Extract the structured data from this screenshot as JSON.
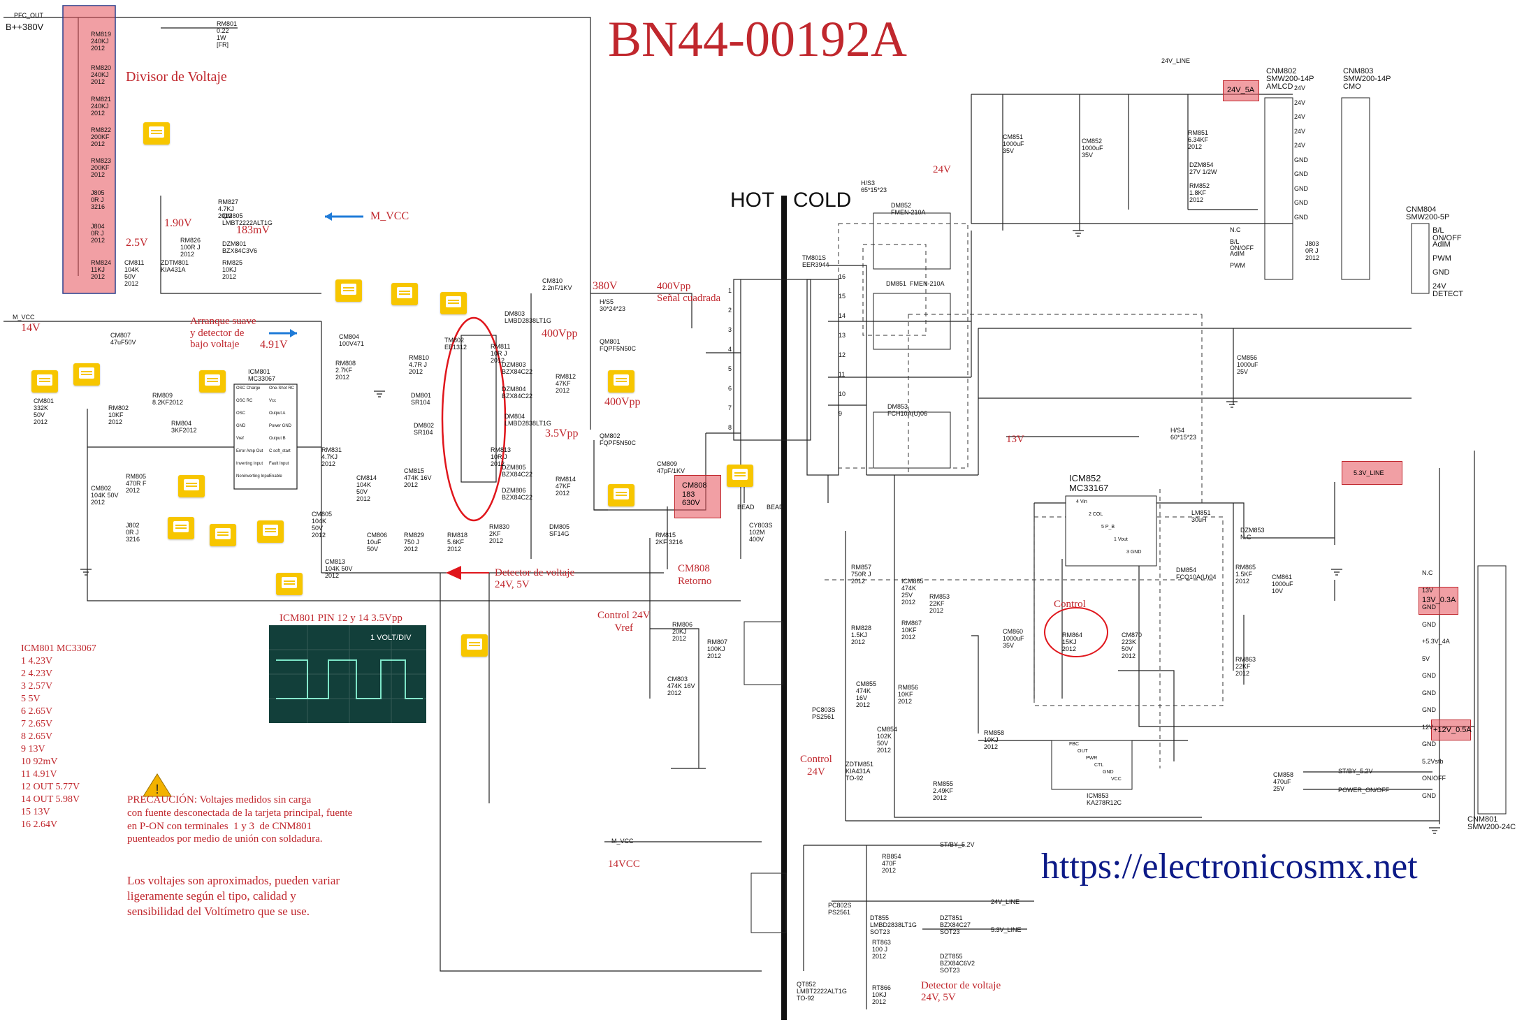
{
  "title": "BN44-00192A",
  "url": "https://electronicosmx.net",
  "hot_label": "HOT",
  "cold_label": "COLD",
  "annotations": {
    "divisor": "Divisor de Voltaje",
    "mvcc": "M_VCC",
    "v190": "1.90V",
    "v25": "2.5V",
    "v183": "183mV",
    "v14": "14V",
    "arranque": "Arranque suave\ny detector de\nbajo voltaje",
    "v491": "4.91V",
    "v380": "380V",
    "v400vpp_a": "400Vpp",
    "v400vpp_b": "400Vpp",
    "v400vpp_sq": "400Vpp\nSeñal cuadrada",
    "v35vpp": "3.5Vpp",
    "v24": "24V",
    "v13": "13V",
    "cm808": "CM808\nRetorno",
    "detector1": "Detector de voltaje\n24V, 5V",
    "control24": "Control 24V\nVref",
    "control": "Control",
    "control24b": "Control\n24V",
    "v14vcc": "14VCC",
    "detector2": "Detector de voltaje\n24V, 5V",
    "scope_title": "ICM801 PIN 12 y 14 3.5Vpp",
    "scope_scale": "1 VOLT/DIV",
    "precaucion": "PRECAUCIÓN: Voltajes medidos sin carga\ncon fuente desconectada de la tarjeta principal, fuente\nen P-ON con terminales  1 y 3  de CNM801\npuenteados por medio de unión con soldadura.",
    "aprox": "Los voltajes son aproximados, pueden variar\nligeramente según el tipo, calidad y\nsensibilidad del Voltímetro que se use."
  },
  "pin_list": {
    "title": "ICM801 MC33067",
    "items": [
      "1 4.23V",
      "2 4.23V",
      "3 2.57V",
      "5 5V",
      "6 2.65V",
      "7 2.65V",
      "8 2.65V",
      "9 13V",
      "10 92mV",
      "11 4.91V",
      "12 OUT 5.77V",
      "14 OUT 5.98V",
      "15 13V",
      "16 2.64V"
    ]
  },
  "highlights": {
    "h24v5a": "24V_5A",
    "h13v": "13V_0.3A",
    "h12v": "+12V_0.5A",
    "h5v": "5.3V_LINE",
    "cm808": "CM808\n183\n630V"
  },
  "components": {
    "pfc": "PFC_OUT",
    "bplus": "B++380V",
    "rm801": "RM801\n0.22\n1W\n[FR]",
    "rm819": "RM819\n240KJ\n2012",
    "rm820": "RM820\n240KJ\n2012",
    "rm821": "RM821\n240KJ\n2012",
    "rm822": "RM822\n200KF\n2012",
    "rm823": "RM823\n200KF\n2012",
    "j805": "J805\n0R J\n3216",
    "j804": "J804\n0R J\n2012",
    "rm824": "RM824\n11KJ\n2012",
    "cm811": "CM811\n104K\n50V\n2012",
    "zdtm801": "ZDTM801\nKIA431A",
    "rm826": "RM826\n100R J\n2012",
    "dzm801": "DZM801\nBZX84C3V6",
    "rm827": "RM827\n4.7KJ\n2012",
    "qm805": "QM805\nLMBT2222ALT1G",
    "rm825": "RM825\n10KJ\n2012",
    "mvcc_net": "M_VCC",
    "cm807": "CM807\n47uF50V",
    "cm804": "CM804\n100V471",
    "rm808": "RM808\n2.7KF\n2012",
    "icm801": "ICM801\nMC33067",
    "rm809": "RM809\n8.2KF2012",
    "rm804": "RM804\n3KF2012",
    "rm802": "RM802\n10KF\n2012",
    "cm801": "CM801\n332K\n50V\n2012",
    "rm805": "RM805\n470R F\n2012",
    "cm802": "CM802\n104K 50V\n2012",
    "j802": "J802\n0R J\n3216",
    "cm805": "CM805\n104K\n50V\n2012",
    "cm806": "CM806\n10uF\n50V",
    "rm829": "RM829\n750 J\n2012",
    "rm818": "RM818\n5.6KF\n2012",
    "cm813": "CM813\n104K 50V\n2012",
    "rm831": "RM831\n4.7KJ\n2012",
    "cm814": "CM814\n104K\n50V\n2012",
    "cm815": "CM815\n474K 16V\n2012",
    "rm810": "RM810\n4.7R J\n2012",
    "dm801": "DM801\nSR104",
    "dm802": "DM802\nSR104",
    "tm802": "TM802\nEE1312",
    "cm810": "CM810\n2.2nF/1KV",
    "dm803": "DM803\nLMBD2838LT1G",
    "rm811": "RM811\n10R J\n2012",
    "dzm803": "DZM803\nBZX84C22",
    "dzm804": "DZM804\nBZX84C22",
    "rm812": "RM812\n47KF\n2012",
    "hs5": "H/S5\n30*24*23",
    "qm801": "QM801\nFQPF5N50C",
    "dm804": "DM804\nLMBD2838LT1G",
    "rm813": "RM813\n10R J\n2012",
    "dzm805": "DZM805\nBZX84C22",
    "dzm806": "DZM806\nBZX84C22",
    "rm814": "RM814\n47KF\n2012",
    "qm802": "QM802\nFQPF5N50C",
    "rm830": "RM830\n2KF\n2012",
    "dm805": "DM805\nSF14G",
    "cm809": "CM809\n47pF/1KV",
    "rm815": "RM815\n2KF 3216",
    "bead1": "BEAD",
    "bead2": "BEAD",
    "cy803s": "CY803S\n102M\n400V",
    "tm801s": "TM801S\nEER3944",
    "hs3": "H/S3\n65*15*23",
    "dm852": "DM852\nFMEN-210A",
    "dm851": "DM851  FMEN-210A",
    "dm853": "DM853\nFCH10A(U)06",
    "cm851": "CM851\n1000uF\n35V",
    "cm852": "CM852\n1000uF\n35V",
    "rm851": "RM851\n6.34KF\n2012",
    "dzm854": "DZM854\n27V 1/2W",
    "rm852": "RM852\n1.8KF\n2012",
    "j803": "J803\n0R J\n2012",
    "cm856": "CM856\n1000uF\n25V",
    "hs4": "H/S4\n60*15*23",
    "icm852": "ICM852\nMC33167",
    "lm851": "LM851\n30uH",
    "dzm853": "DZM853\nN.C",
    "dm854": "DM854\nFCQ10A(U)04",
    "rm865": "RM865\n1.5KF\n2012",
    "cm861": "CM861\n1000uF\n10V",
    "rm863": "RM863\n22KF\n2012",
    "cm860": "CM860\n1000uF\n35V",
    "rm864": "RM864\n15KJ\n2012",
    "cm870": "CM870\n223K\n50V\n2012",
    "rm857": "RM857\n750R J\n2012",
    "icm865": "ICM865\n474K\n25V\n2012",
    "rm853": "RM853\n22KF\n2012",
    "rm867": "RM867\n10KF\n2012",
    "rm828": "RM828\n1.5KJ\n2012",
    "cm855": "CM855\n474K\n16V\n2012",
    "rm856": "RM856\n10KF\n2012",
    "cm854": "CM854\n102K\n50V\n2012",
    "zdtm851": "ZDTM851\nKIA431A\nTO-92",
    "rm855": "RM855\n2.49KF\n2012",
    "rm858": "RM858\n10KJ\n2012",
    "icm853": "ICM853\nKA278R12C",
    "cm858": "CM858\n470uF\n25V",
    "rm806": "RM806\n20KJ\n2012",
    "rm807": "RM807\n100KJ\n2012",
    "cm803": "CM803\n474K 16V\n2012",
    "pc803s": "PC803S\nPS2561",
    "pc802s": "PC802S\nPS2561",
    "rb854": "RB854\n470F\n2012",
    "dt855": "DT855\nLMBD2838LT1G\nSOT23",
    "dzt851": "DZT851\nBZX84C27\nSOT23",
    "dzt855": "DZT855\nBZX84C6V2\nSOT23",
    "rt863": "RT863\n100 J\n2012",
    "qt852": "QT852\nLMBT2222ALT1G\nTO-92",
    "rt866": "RT866\n10KJ\n2012",
    "cnm802": "CNM802\nSMW200-14P\nAMLCD",
    "cnm803": "CNM803\nSMW200-14P\nCMO",
    "cnm804": "CNM804\nSMW200-5P",
    "cnm801": "CNM801\nSMW200-24C",
    "line24": "24V_LINE",
    "mvcc2": "M_VCC",
    "stby": "ST/BY_5.2V",
    "stby2": "ST/BY_5.2V",
    "power_onoff": "POWER_ON/OFF",
    "line24b": "24V_LINE",
    "line5b": "5.3V_LINE"
  },
  "cnm802_pins": [
    "24V",
    "24V",
    "24V",
    "24V",
    "24V",
    "GND",
    "GND",
    "GND",
    "GND",
    "GND"
  ],
  "cnm802_side": [
    "N.C",
    "B/L\nON/OFF",
    "AdIM",
    "PWM"
  ],
  "cnm804_pins": [
    "B/L\nON/OFF",
    "AdIM",
    "PWM",
    "GND",
    "24V\nDETECT"
  ],
  "cnm801_pins": [
    "N.C",
    "13V",
    "GND",
    "GND",
    "+5.3V_4A",
    "5V",
    "GND",
    "GND",
    "GND",
    "12V",
    "GND",
    "5.2Vstb",
    "ON/OFF",
    "GND"
  ],
  "icm801_pins_l": [
    "OSC Charge",
    "OSC RC",
    "OSC",
    "GND",
    "Vref",
    "Error Amp Out",
    "Inverting Input",
    "Noninverting Input"
  ],
  "icm801_pins_r": [
    "One-Shot RC",
    "Vcc",
    "Output A",
    "Power GND",
    "Output B",
    "C soft_start",
    "Fault Input",
    "Enable"
  ],
  "icm852_pins": [
    "4 Vin",
    "2 COL",
    "5 P_B",
    "1 Vout",
    "3 GND"
  ],
  "icm853_pins": [
    "FBC",
    "OUT",
    "PWR",
    "CTL",
    "GND",
    "VCC"
  ],
  "tm801_pins": [
    "16",
    "15",
    "14",
    "13",
    "12",
    "11",
    "10",
    "9"
  ],
  "tm801_left": [
    "1",
    "2",
    "3",
    "4",
    "5",
    "6",
    "7",
    "8"
  ]
}
